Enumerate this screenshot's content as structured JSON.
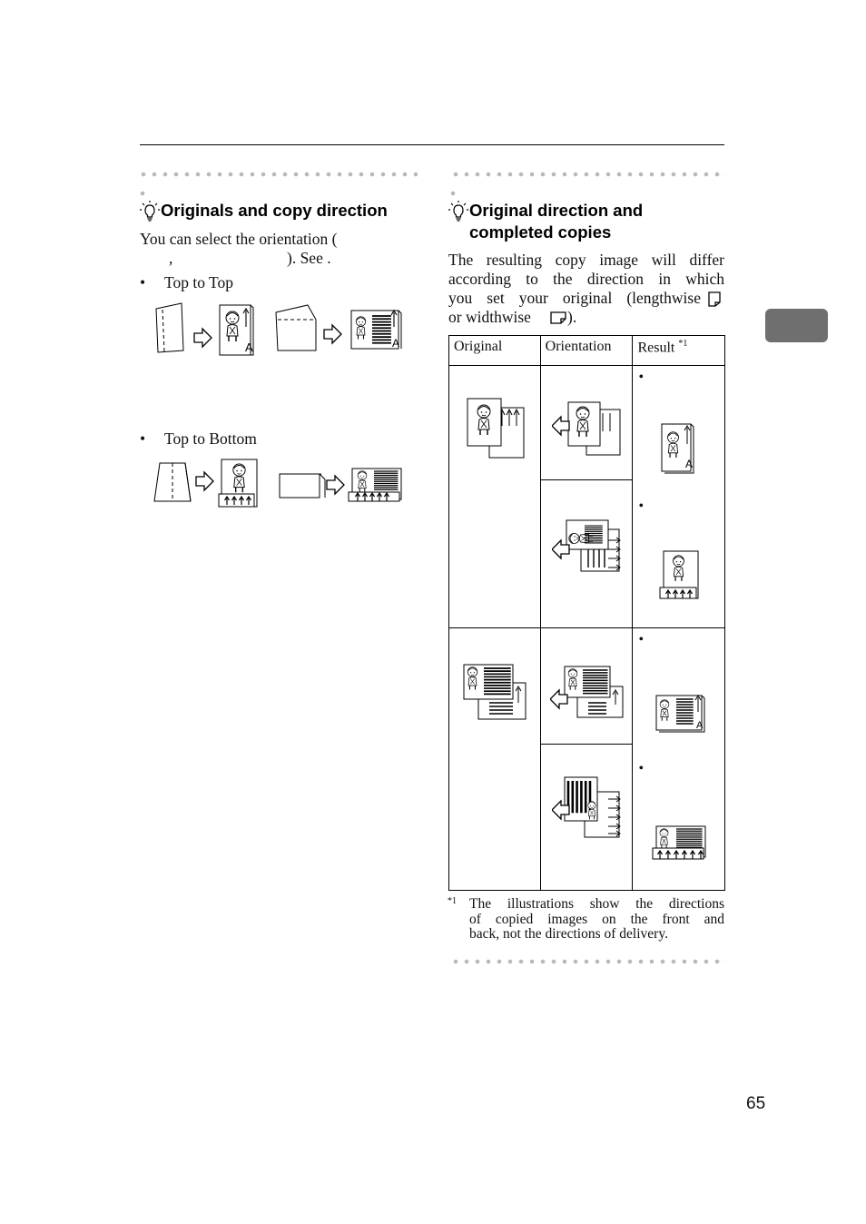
{
  "left_section": {
    "title": "Originals and copy direction",
    "intro_line1": "You can select the orientation (",
    "intro_comma": ",",
    "intro_see": "). See .",
    "bullets": [
      {
        "label": "Top to Top"
      },
      {
        "label": "Top to Bottom"
      }
    ]
  },
  "right_section": {
    "title_line1": "Original direction and",
    "title_line2": "completed copies",
    "para_lines": [
      "The resulting copy image will differ",
      "according to the direction in which",
      "you set your original (lengthwise",
      "or widthwise"
    ],
    "para_end": ").",
    "table": {
      "headers": [
        "Original",
        "Orientation",
        "Result"
      ],
      "result_note_mark": "*1"
    },
    "footnote": {
      "mark": "*1",
      "lines": [
        "The illustrations show the directions",
        "of copied images on the front and",
        "back, not the directions of delivery."
      ]
    }
  },
  "bullet_char": "•",
  "page_number": "65",
  "colors": {
    "section_tab": "#6f6f6f",
    "dots": "#b8b8b8"
  }
}
